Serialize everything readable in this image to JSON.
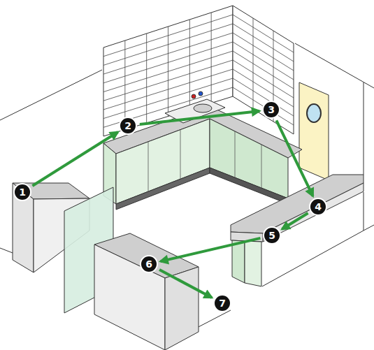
{
  "diagram": {
    "nodes": [
      {
        "text": [
          "1"
        ]
      },
      {
        "text": [
          "2"
        ]
      },
      {
        "text": [
          "3"
        ]
      },
      {
        "text": [
          "4"
        ]
      },
      {
        "text": [
          "5"
        ]
      },
      {
        "text": [
          "6"
        ]
      },
      {
        "text": [
          "7"
        ]
      }
    ],
    "edges": [
      {
        "from": 0,
        "to": 1,
        "arrow": "to"
      },
      {
        "from": 1,
        "to": 2,
        "arrow": "to"
      },
      {
        "from": 2,
        "to": 3,
        "arrow": "to"
      },
      {
        "from": 3,
        "to": 4,
        "arrow": "to"
      },
      {
        "from": 4,
        "to": 5,
        "arrow": "to"
      },
      {
        "from": 5,
        "to": 6,
        "arrow": "to"
      }
    ]
  }
}
